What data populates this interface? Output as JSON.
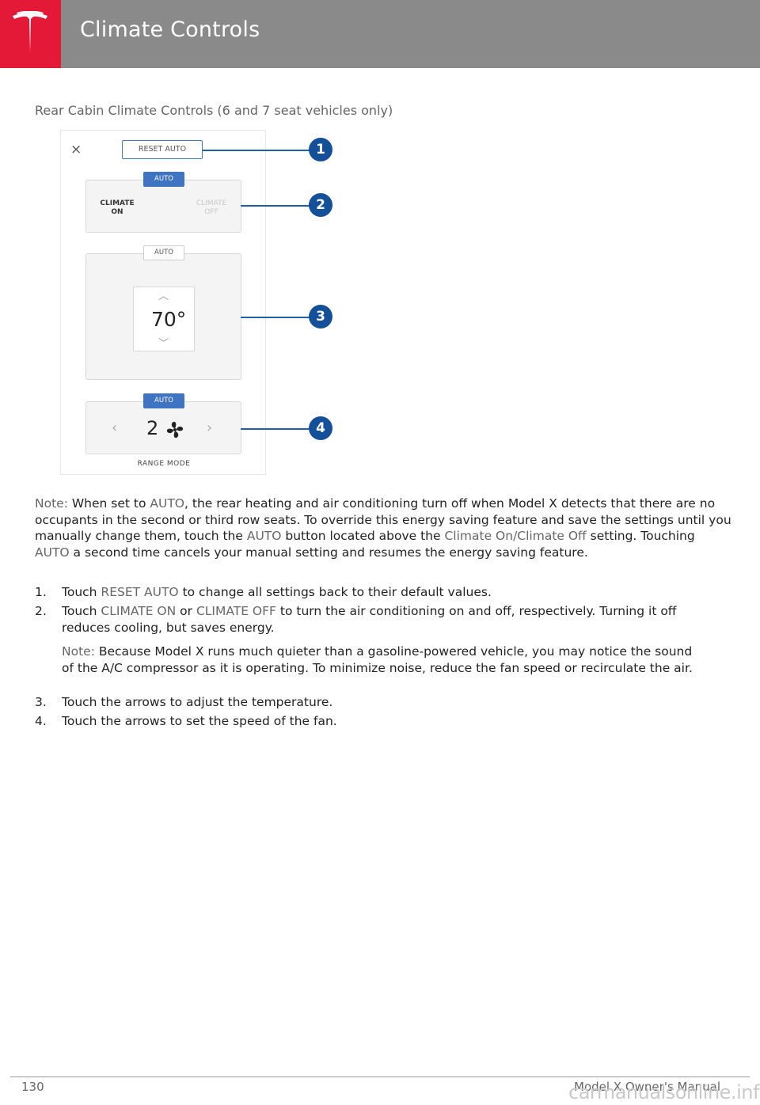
{
  "header": {
    "title": "Climate Controls",
    "brand_color": "#e31937",
    "bar_color": "#8a8a8a",
    "logo_icon": "tesla-logo"
  },
  "section_title": "Rear Cabin Climate Controls (6 and 7 seat vehicles only)",
  "figure": {
    "close": "×",
    "reset_auto": "RESET AUTO",
    "auto_1": "AUTO",
    "climate_on_line1": "CLIMATE",
    "climate_on_line2": "ON",
    "climate_off_line1": "CLIMATE",
    "climate_off_line2": "OFF",
    "auto_2": "AUTO",
    "temperature": "70°",
    "auto_3": "AUTO",
    "fan_speed": "2",
    "range_mode": "RANGE MODE",
    "callouts": [
      "1",
      "2",
      "3",
      "4"
    ],
    "callout_color": "#14509a"
  },
  "note": {
    "label": "Note:",
    "seg1": " When set to ",
    "auto1": "AUTO",
    "seg2": ", the rear heating and air conditioning turn off when Model X detects that there are no occupants in the second or third row seats. To override this energy saving feature and save the settings until you manually change them, touch the ",
    "auto2": "AUTO",
    "seg3": " button located above the ",
    "climate": "Climate On/Climate Off",
    "seg4": " setting. Touching ",
    "auto3": "AUTO",
    "seg5": " a second time cancels your manual setting and resumes the energy saving feature."
  },
  "steps": [
    {
      "num": "1.",
      "pre": "Touch ",
      "key": "RESET AUTO",
      "post": " to change all settings back to their default values."
    },
    {
      "num": "2.",
      "pre": "Touch ",
      "key": "CLIMATE ON",
      "mid": " or ",
      "key2": "CLIMATE OFF",
      "post": " to turn the air conditioning on and off, respectively. Turning it off reduces cooling, but saves energy."
    },
    {
      "num": "3.",
      "text": "Touch the arrows to adjust the temperature."
    },
    {
      "num": "4.",
      "text": "Touch the arrows to set the speed of the fan."
    }
  ],
  "step2_note": {
    "label": "Note:",
    "text": " Because Model X runs much quieter than a gasoline-powered vehicle, you may notice the sound of the A/C compressor as it is operating. To minimize noise, reduce the fan speed or recirculate the air."
  },
  "footer": {
    "page": "130",
    "manual": "Model X Owner's Manual",
    "watermark": "carmanualsonline.info"
  }
}
